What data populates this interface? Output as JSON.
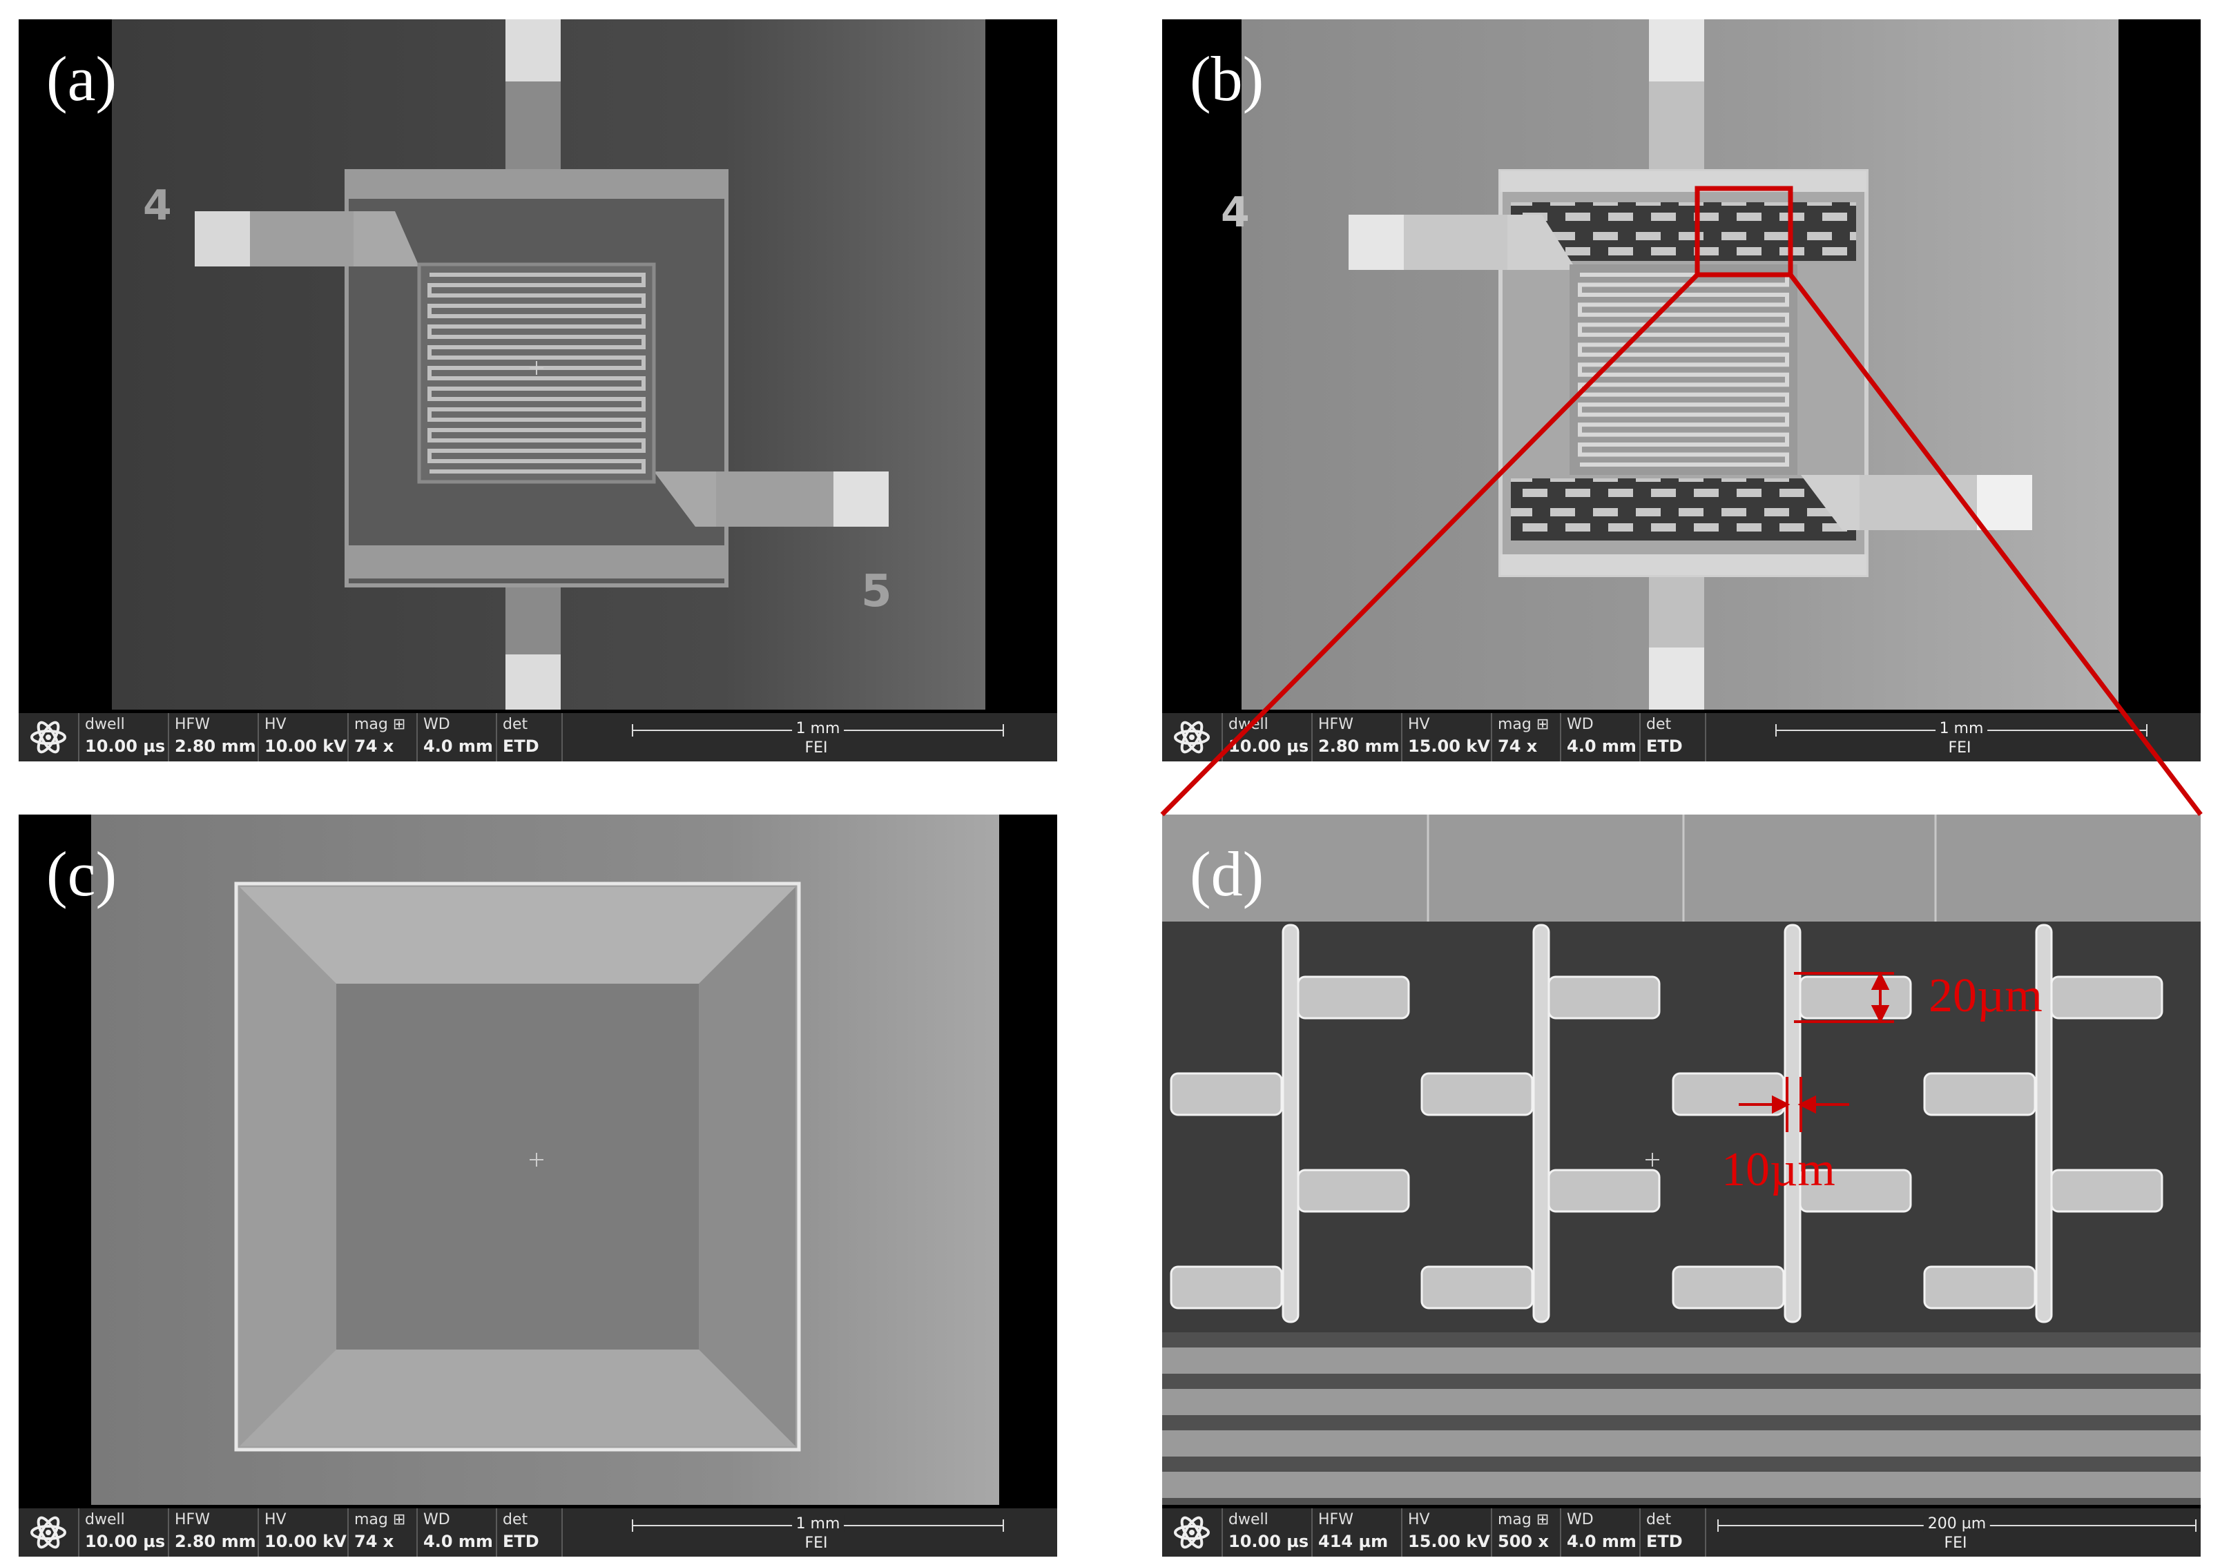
{
  "panels": [
    {
      "label": "(a)",
      "info": {
        "dwell_k": "dwell",
        "dwell_v": "10.00 µs",
        "hfw_k": "HFW",
        "hfw_v": "2.80 mm",
        "hv_k": "HV",
        "hv_v": "10.00 kV",
        "mag_k": "mag ⊞",
        "mag_v": "74 x",
        "wd_k": "WD",
        "wd_v": "4.0 mm",
        "det_k": "det",
        "det_v": "ETD",
        "scale": "1 mm",
        "brand": "FEI"
      }
    },
    {
      "label": "(b)",
      "info": {
        "dwell_k": "dwell",
        "dwell_v": "10.00 µs",
        "hfw_k": "HFW",
        "hfw_v": "2.80 mm",
        "hv_k": "HV",
        "hv_v": "15.00 kV",
        "mag_k": "mag ⊞",
        "mag_v": "74 x",
        "wd_k": "WD",
        "wd_v": "4.0 mm",
        "det_k": "det",
        "det_v": "ETD",
        "scale": "1 mm",
        "brand": "FEI"
      }
    },
    {
      "label": "(c)",
      "info": {
        "dwell_k": "dwell",
        "dwell_v": "10.00 µs",
        "hfw_k": "HFW",
        "hfw_v": "2.80 mm",
        "hv_k": "HV",
        "hv_v": "10.00 kV",
        "mag_k": "mag ⊞",
        "mag_v": "74 x",
        "wd_k": "WD",
        "wd_v": "4.0 mm",
        "det_k": "det",
        "det_v": "ETD",
        "scale": "1 mm",
        "brand": "FEI"
      }
    },
    {
      "label": "(d)",
      "info": {
        "dwell_k": "dwell",
        "dwell_v": "10.00 µs",
        "hfw_k": "HFW",
        "hfw_v": "414 µm",
        "hv_k": "HV",
        "hv_v": "15.00 kV",
        "mag_k": "mag ⊞",
        "mag_v": "500 x",
        "wd_k": "WD",
        "wd_v": "4.0 mm",
        "det_k": "det",
        "det_v": "ETD",
        "scale": "200 µm",
        "brand": "FEI"
      }
    }
  ],
  "sample_marks": {
    "mark_4": "4",
    "mark_5": "5"
  },
  "annotations": {
    "width_20": "20µm",
    "width_10": "10µm"
  },
  "colors": {
    "annotation": "#cc0000",
    "infobar": "#2b2b2b"
  }
}
